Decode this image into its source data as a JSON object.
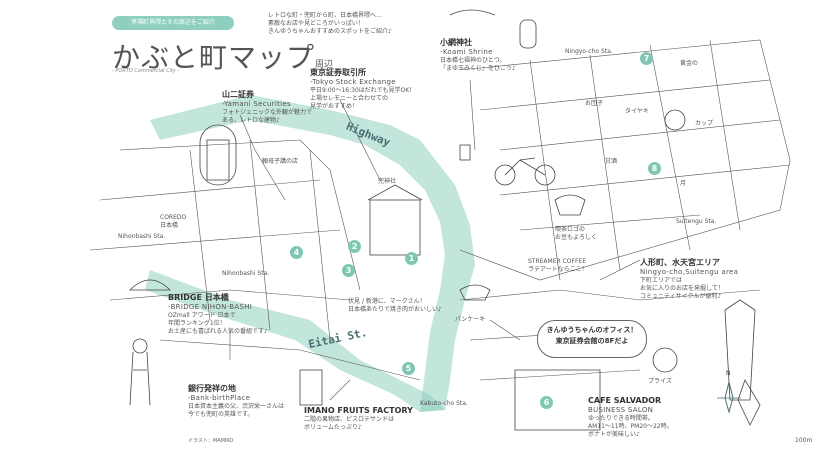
{
  "ribbon": "茅場町界隈とその周辺をご紹介",
  "title_main": "かぶと町マップ",
  "title_small": "周辺",
  "subtitle": "- PORTO Commercial City -",
  "intro": [
    "レトロな町・兜町から町、日本橋界隈へ…",
    "素敵なお店や見どころがいっぱい！",
    "きんゆうちゃんおすすめのスポットをご紹介♪"
  ],
  "spots": {
    "yamaichi": {
      "title": "山二証券",
      "en": "-Yamani Securities",
      "desc": [
        "フォトジェニックな外観が魅力で",
        "ある、レトロな建物♪"
      ]
    },
    "tse": {
      "title": "東京証券取引所",
      "en": "-Tokyo Stock Exchange",
      "desc": [
        "平日9:00～16:30はだれでも見学OK！",
        "上場セレモニーと合わせての",
        "見学がおすすめ！"
      ]
    },
    "koami": {
      "title": "小網神社",
      "en": "-Koami Shrine",
      "desc": [
        "日本橋七福神のひとつ。",
        "「まゆ玉みくじ」をひこう♪"
      ]
    },
    "bridge": {
      "title": "BRIDGE 日本橋",
      "en": "-BRIDGE NIHON-BASHI",
      "desc": [
        "OZmall アワード 日本で",
        "年間ランキング1位！",
        "お土産にも喜ばれる人気の番組です♪"
      ]
    },
    "birthplace": {
      "title": "銀行発祥の地",
      "en": "-Bank-birthPlace",
      "desc": [
        "日本資本主義の父、渋沢栄一さんは",
        "今でも兜町の英雄です。"
      ]
    },
    "imano": {
      "title": "IMANO FRUITS FACTORY",
      "en": "",
      "desc": [
        "二階の果物店、ピスロテサンドは",
        "ボリュームたっぷり♪"
      ]
    },
    "salvador": {
      "title": "CAFE SALVADOR",
      "en": "BUSINESS SALON",
      "desc": [
        "ゆったりできる時間帯。",
        "AM11～11時、PM20～22時。",
        "ボナトが美味しい♪"
      ]
    },
    "ningyocho": {
      "title": "人形町、水天宮エリア",
      "en": "Ningyo-cho,Suitengu area",
      "desc": [
        "下町エリアでは",
        "お気に入りのお店を発掘して！",
        "コミュニティサイクルが便利♪"
      ]
    }
  },
  "office": {
    "line1": "きんゆうちゃんのオフィス！",
    "line2": "東京証券会館の8Fだよ"
  },
  "roads": {
    "highway": "Highway",
    "eitai": "Eitai St."
  },
  "stations": {
    "nihonbashi": "Nihonbashi Sta.",
    "nihonbashi2": "Nihonbashi Sta.",
    "kabuto": "Kabuto-cho Sta.",
    "suitengu": "Suitengu Sta.",
    "ningyocho": "Ningyo-cho Sta."
  },
  "small_labels": {
    "coredo": "COREDO",
    "coredo2": "日本橋",
    "kabuto_shrine": "兜神社",
    "tanomoshi": "頼母子講の店",
    "streamer": "STREAMER COFFEE",
    "streamer2": "ラテアートならここ！",
    "fushimi": "伏見 / 新港に、マークさん！",
    "fushimi2": "日本橋あたりで焼き肉がおいしい♪",
    "pancake": "パンケーキ",
    "cafe_n": "喫茶ロゴの",
    "cafe_n2": "お豆もよろしく",
    "melon": "黄金の",
    "cup": "カップ",
    "taiyaki": "タイヤキ",
    "amazake": "甘酒",
    "dango": "お団子",
    "prize": "プライズ",
    "tsuki": "月"
  },
  "circles": [
    "1",
    "2",
    "3",
    "4",
    "5",
    "6",
    "7",
    "8"
  ],
  "credit": "イラスト：MAMIKO",
  "compass": "N",
  "scale": "100m",
  "colors": {
    "water": "#8fcfbf",
    "road": "#4b6e73",
    "line": "#555555"
  }
}
